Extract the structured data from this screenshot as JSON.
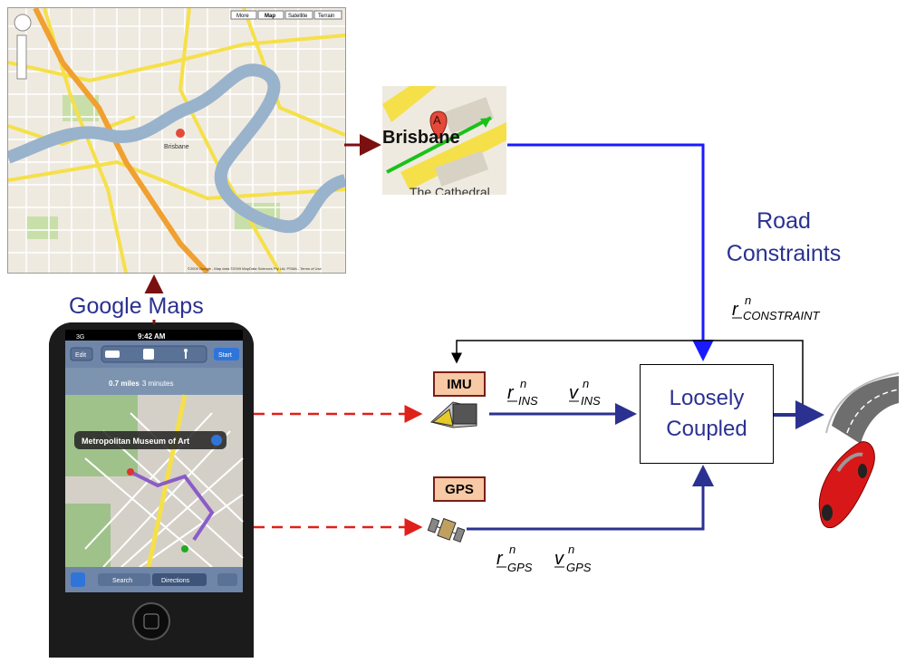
{
  "bigmap": {
    "buttons": [
      "More",
      "Map",
      "Satellite",
      "Terrain"
    ],
    "city_label": "Brisbane",
    "copyright": "©2009 Google - Map data ©2009 MapData Sciences Pty Ltd, PSMA - Terms of Use"
  },
  "inset": {
    "marker": "A",
    "city": "Brisbane",
    "street": "The Cathedral"
  },
  "labels": {
    "google_maps": "Google Maps",
    "road_constraints": [
      "Road",
      "Constraints"
    ],
    "loosely_coupled": [
      "Loosely",
      "Coupled"
    ],
    "imu": "IMU",
    "gps": "GPS"
  },
  "math": {
    "r_constraint": {
      "base": "r",
      "sup": "n",
      "sub": "CONSTRAINT"
    },
    "r_ins": {
      "base": "r",
      "sup": "n",
      "sub": "INS"
    },
    "v_ins": {
      "base": "v",
      "sup": "n",
      "sub": "INS"
    },
    "r_gps": {
      "base": "r",
      "sup": "n",
      "sub": "GPS"
    },
    "v_gps": {
      "base": "v",
      "sup": "n",
      "sub": "GPS"
    }
  },
  "phone": {
    "carrier": "3G",
    "time": "9:42 AM",
    "edit": "Edit",
    "start": "Start",
    "route": "0.7 miles 3 minutes",
    "route_distance": "0.7 miles",
    "route_time": "3 minutes",
    "callout": "Metropolitan Museum of Art",
    "tabs": [
      "Search",
      "Directions"
    ]
  },
  "colors": {
    "blue_flow": "#1a1aff",
    "navy_flow": "#2b3190",
    "dark_red": "#7a1010",
    "dashed_red": "#e0201a"
  }
}
